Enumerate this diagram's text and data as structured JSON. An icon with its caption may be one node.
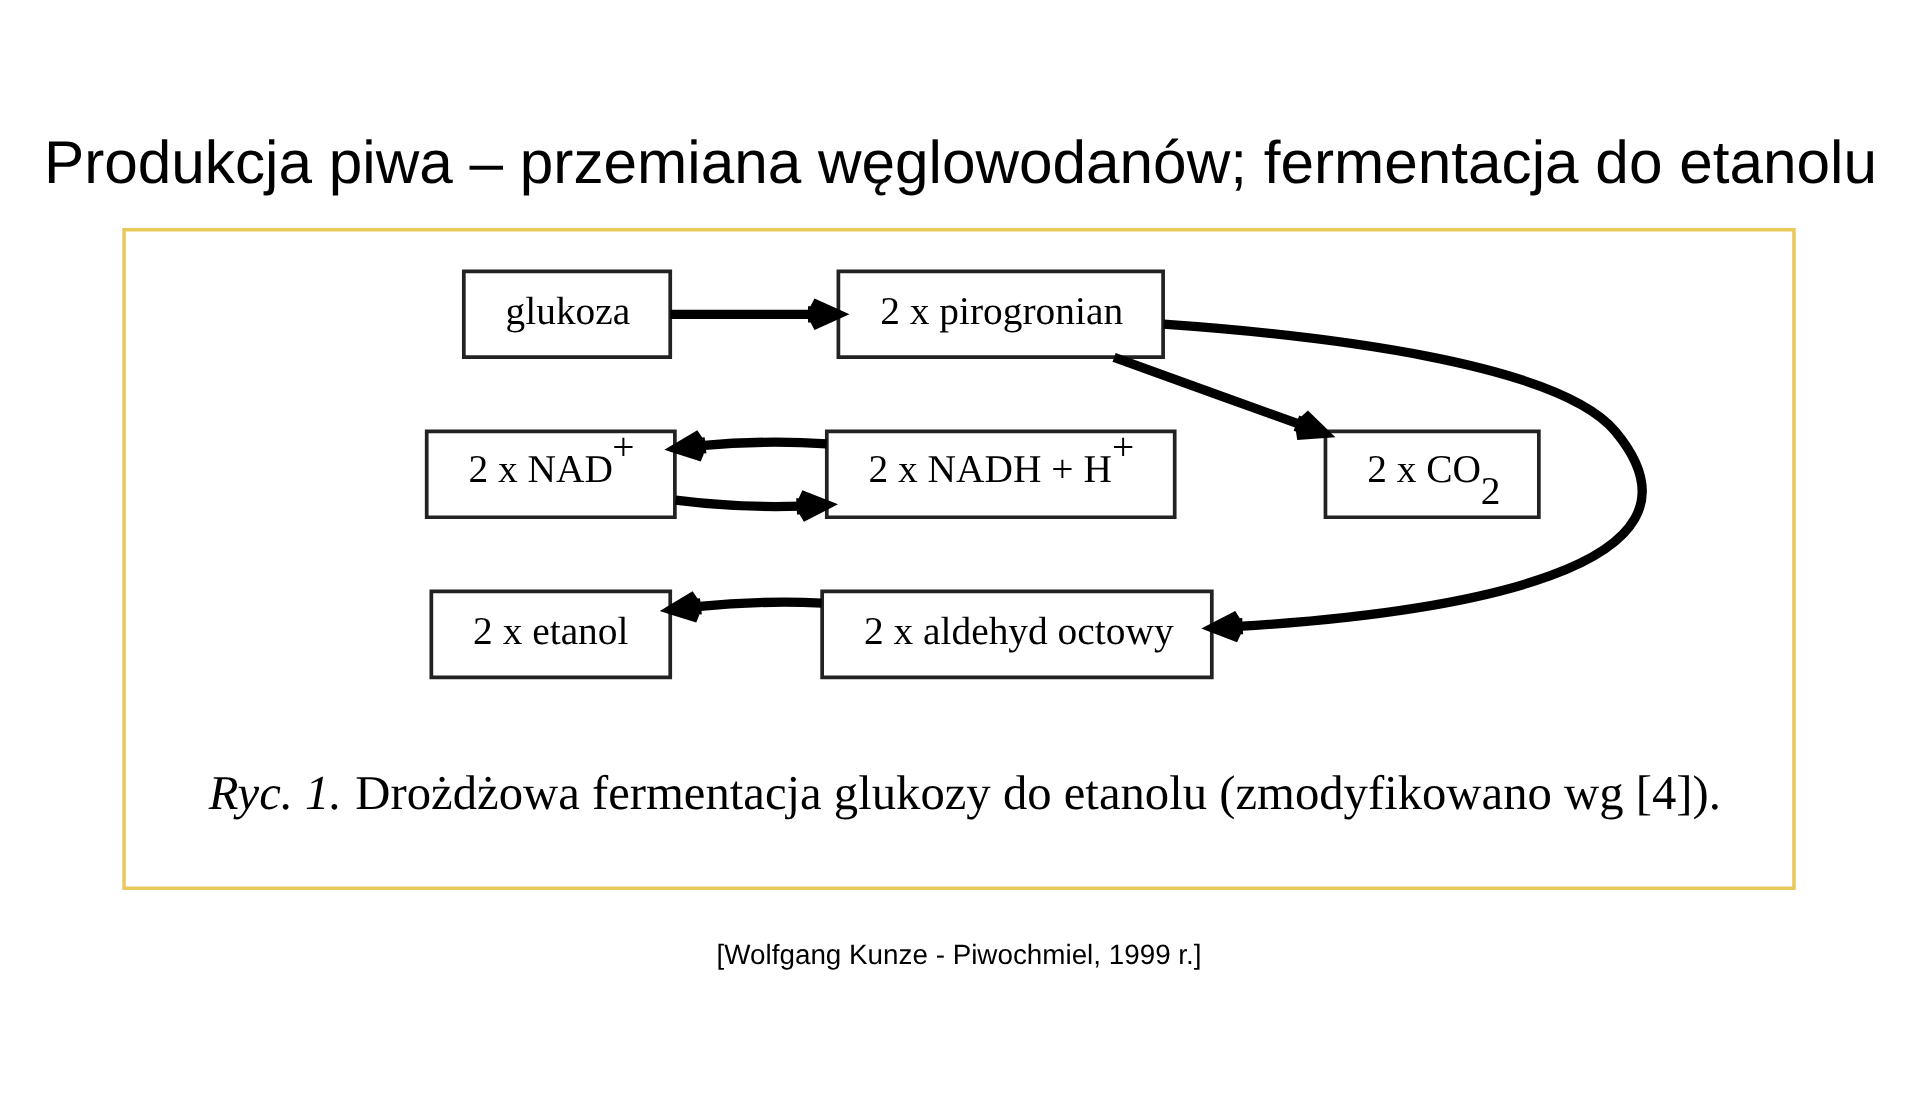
{
  "diagram": {
    "title": "Produkcja piwa – przemiana węglowodanów; fermentacja do etanolu",
    "caption": "*Ryc. 1.* Drożdżowa fermentacja glukozy do etanolu (zmodyfikowano wg [4]).",
    "nodes": [
      {
        "text": [],
        "shape": "box"
      },
      {
        "text": [
          "glukoza"
        ],
        "in": 0
      },
      {
        "text": [
          "2 x pirogronian"
        ],
        "in": 0
      },
      {
        "text": [
          "2 x NAD$^{+}$"
        ],
        "in": 0
      },
      {
        "text": [
          "2 x NADH + H$^{+}$"
        ],
        "in": 0
      },
      {
        "text": [
          "2 x CO$_{2}$"
        ],
        "in": 0
      },
      {
        "text": [
          "2 x etanol"
        ],
        "in": 0
      },
      {
        "text": [
          "2 x aldehyd octowy"
        ],
        "in": 0
      }
    ],
    "edges": [
      {
        "from": 1,
        "to": 2,
        "arrow": "to"
      },
      {
        "from": 3,
        "to": 4,
        "arrow": "to"
      },
      {
        "from": 4,
        "to": 3,
        "arrow": "to"
      },
      {
        "from": 2,
        "to": 5,
        "arrow": "to"
      },
      {
        "from": 2,
        "to": 7,
        "arrow": "to"
      },
      {
        "from": 7,
        "to": 6,
        "arrow": "to"
      }
    ],
    "labels": [
      "[Wolfgang Kunze - Piwochmiel, 1999 r.]"
    ]
  }
}
